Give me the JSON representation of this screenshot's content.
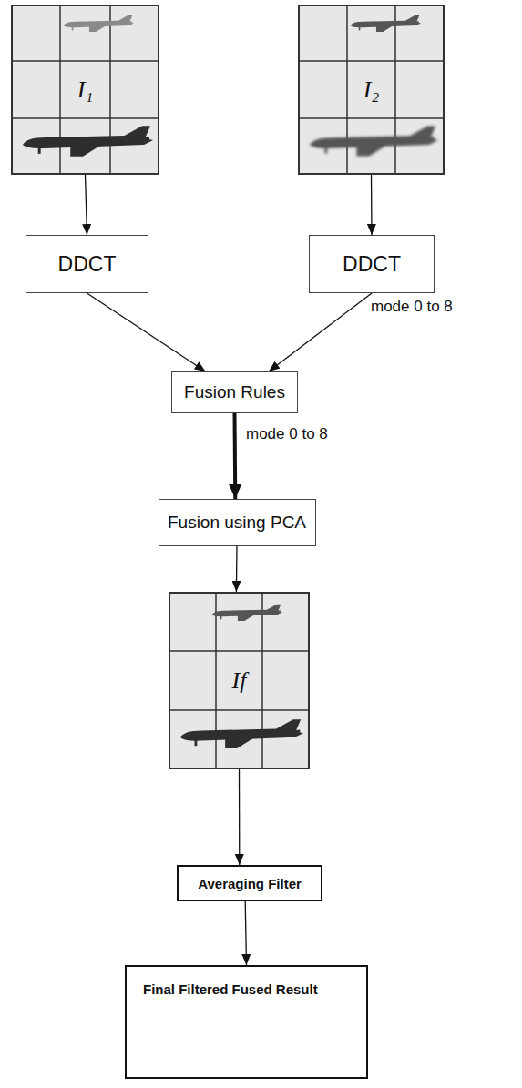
{
  "diagram": {
    "nodes": [
      {
        "text": [
          "I₁"
        ]
      },
      {
        "text": [
          "I₂"
        ]
      },
      {
        "text": [
          "DDCT"
        ]
      },
      {
        "text": [
          "DDCT"
        ]
      },
      {
        "text": [
          "Fusion Rules"
        ]
      },
      {
        "text": [
          "Fusion using PCA"
        ]
      },
      {
        "text": [
          "If"
        ]
      },
      {
        "text": [
          "Averaging Filter"
        ]
      },
      {
        "text": [
          "Final Filtered Fused Result"
        ]
      }
    ],
    "edges": [
      {
        "from": 0,
        "to": 2,
        "arrow": "to"
      },
      {
        "from": 1,
        "to": 3,
        "arrow": "to"
      },
      {
        "from": 2,
        "to": 4,
        "arrow": "to"
      },
      {
        "from": 3,
        "to": 4,
        "arrow": "to",
        "label": "mode 0 to 8"
      },
      {
        "from": 4,
        "to": 5,
        "arrow": "to",
        "label": "mode 0 to 8"
      },
      {
        "from": 5,
        "to": 6,
        "arrow": "to"
      },
      {
        "from": 6,
        "to": 7,
        "arrow": "to"
      },
      {
        "from": 7,
        "to": 8,
        "arrow": "to"
      }
    ]
  }
}
